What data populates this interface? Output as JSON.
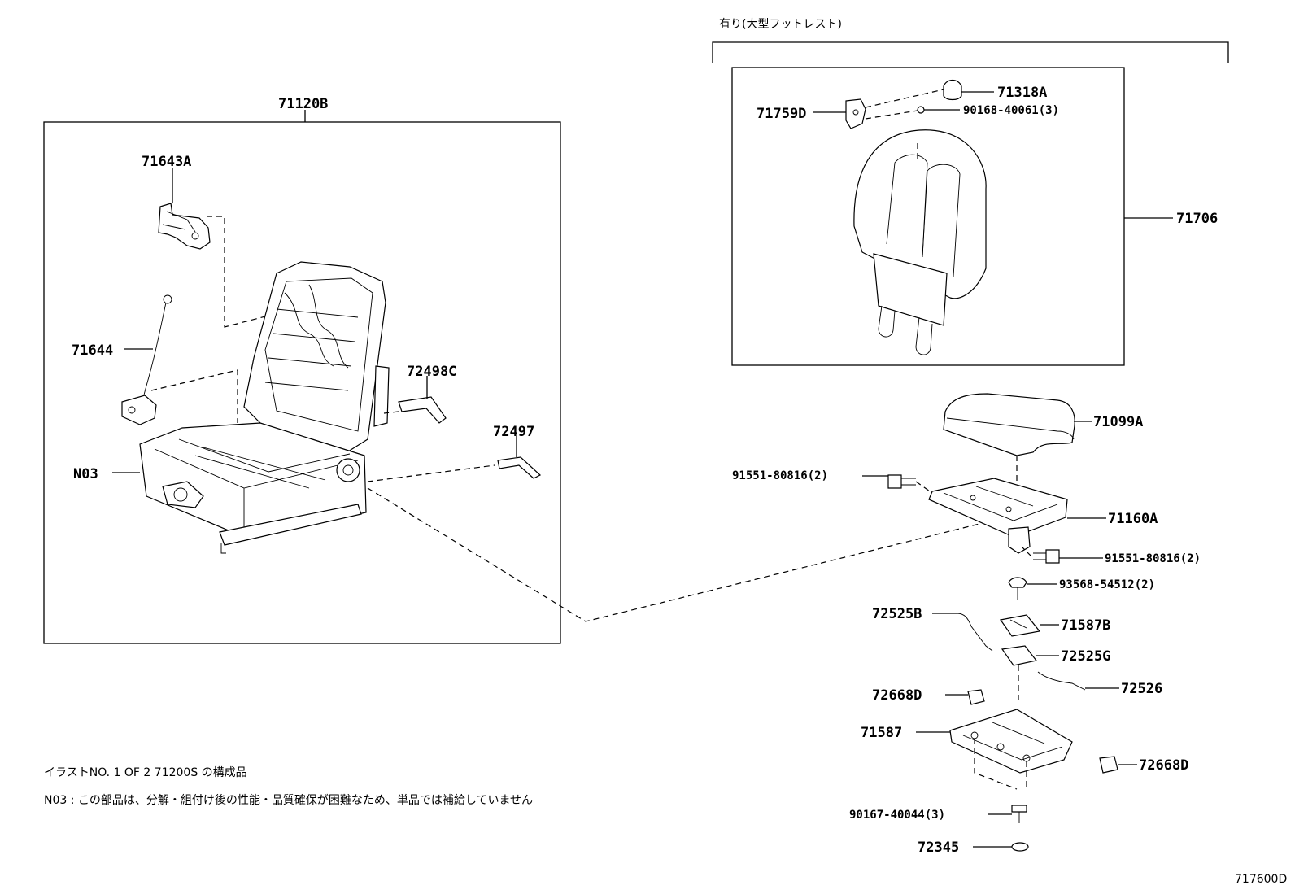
{
  "header": {
    "option_note": "有り(大型フットレスト)"
  },
  "labels": {
    "p71120B": "71120B",
    "p71643A": "71643A",
    "p71644": "71644",
    "p72498C": "72498C",
    "p72497": "72497",
    "pN03": "N03",
    "p71318A": "71318A",
    "p71759D": "71759D",
    "p90168": "90168-40061(3)",
    "p71706": "71706",
    "p71099A": "71099A",
    "p91551_left": "91551-80816(2)",
    "p71160A": "71160A",
    "p91551_right": "91551-80816(2)",
    "p93568": "93568-54512(2)",
    "p72525B": "72525B",
    "p71587B": "71587B",
    "p72525G": "72525G",
    "p72526": "72526",
    "p72668D_top": "72668D",
    "p71587": "71587",
    "p72668D_right": "72668D",
    "p90167": "90167-40044(3)",
    "p72345": "72345"
  },
  "notes": {
    "line1": "イラストNO. 1 OF 2 71200S の構成品",
    "line2": "N03 : この部品は、分解・組付け後の性能・品質確保が困難なため、単品では補給していません"
  },
  "footer": {
    "diagram_code": "717600D"
  }
}
